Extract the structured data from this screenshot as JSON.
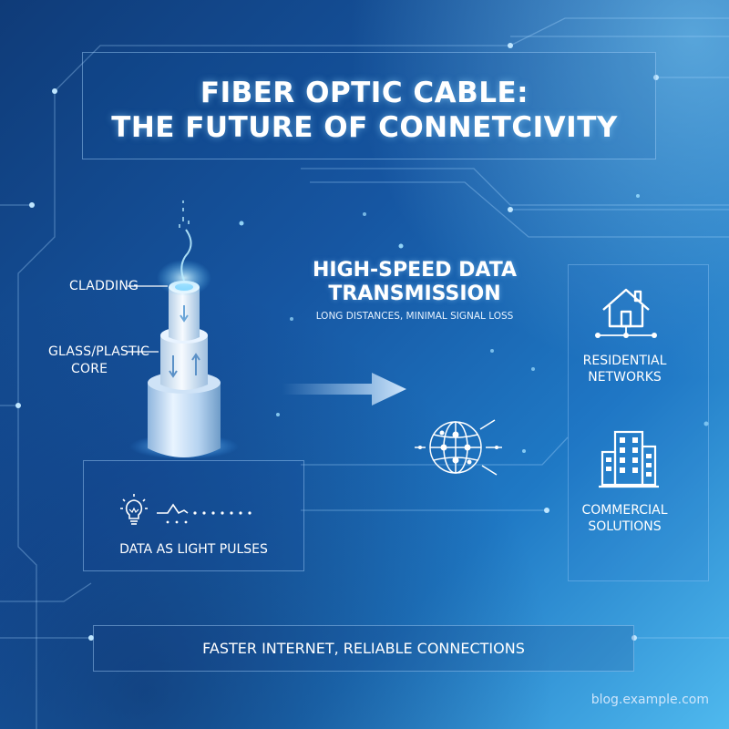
{
  "title": {
    "line1": "FIBER OPTIC CABLE:",
    "line2": "THE FUTURE OF CONNETCIVITY"
  },
  "cable": {
    "cladding_label": "CLADDING",
    "core_label_line1": "GLASS/PLASTIC",
    "core_label_line2": "CORE"
  },
  "pulses": {
    "caption": "DATA AS LIGHT PULSES",
    "icons": [
      "lightbulb-icon",
      "waveform-icon"
    ]
  },
  "transmission": {
    "title_line1": "HIGH-SPEED DATA",
    "title_line2": "TRANSMISSION",
    "subtitle": "LONG DISTANCES, MINIMAL SIGNAL LOSS",
    "icons": [
      "arrow-right-icon",
      "globe-network-icon"
    ]
  },
  "applications": {
    "residential_line1": "RESIDENTIAL",
    "residential_line2": "NETWORKS",
    "commercial_line1": "COMMERCIAL",
    "commercial_line2": "SOLUTIONS",
    "icons": [
      "house-network-icon",
      "office-building-icon"
    ]
  },
  "footer": {
    "tagline": "FASTER INTERNET, RELIABLE CONNECTIONS",
    "watermark": "blog.example.com"
  },
  "colors": {
    "background_dark": "#0f3b78",
    "background_light": "#4fb9ee",
    "glow": "#8fd8ff"
  }
}
